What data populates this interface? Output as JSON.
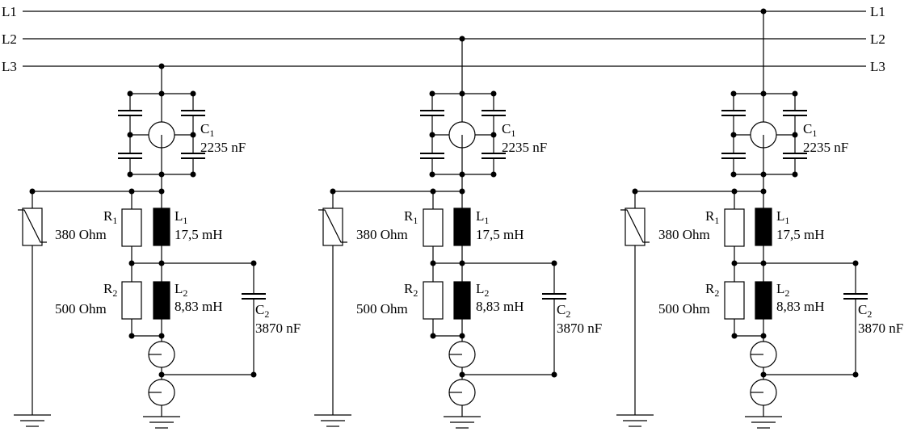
{
  "lines": {
    "l1": "L1",
    "l2": "L2",
    "l3": "L3"
  },
  "stages": [
    {
      "c1_sym": "C",
      "c1_sub": "1",
      "c1_val": "2235 nF",
      "r1_sym": "R",
      "r1_sub": "1",
      "r1_val": "380 Ohm",
      "l1_sym": "L",
      "l1_sub": "1",
      "l1_val": "17,5 mH",
      "r2_sym": "R",
      "r2_sub": "2",
      "r2_val": "500 Ohm",
      "l2_sym": "L",
      "l2_sub": "2",
      "l2_val": "8,83 mH",
      "c2_sym": "C",
      "c2_sub": "2",
      "c2_val": "3870 nF"
    },
    {
      "c1_sym": "C",
      "c1_sub": "1",
      "c1_val": "2235 nF",
      "r1_sym": "R",
      "r1_sub": "1",
      "r1_val": "380 Ohm",
      "l1_sym": "L",
      "l1_sub": "1",
      "l1_val": "17,5 mH",
      "r2_sym": "R",
      "r2_sub": "2",
      "r2_val": "500 Ohm",
      "l2_sym": "L",
      "l2_sub": "2",
      "l2_val": "8,83 mH",
      "c2_sym": "C",
      "c2_sub": "2",
      "c2_val": "3870 nF"
    },
    {
      "c1_sym": "C",
      "c1_sub": "1",
      "c1_val": "2235 nF",
      "r1_sym": "R",
      "r1_sub": "1",
      "r1_val": "380 Ohm",
      "l1_sym": "L",
      "l1_sub": "1",
      "l1_val": "17,5 mH",
      "r2_sym": "R",
      "r2_sub": "2",
      "r2_val": "500 Ohm",
      "l2_sym": "L",
      "l2_sub": "2",
      "l2_val": "8,83 mH",
      "c2_sym": "C",
      "c2_sub": "2",
      "c2_val": "3870 nF"
    }
  ]
}
